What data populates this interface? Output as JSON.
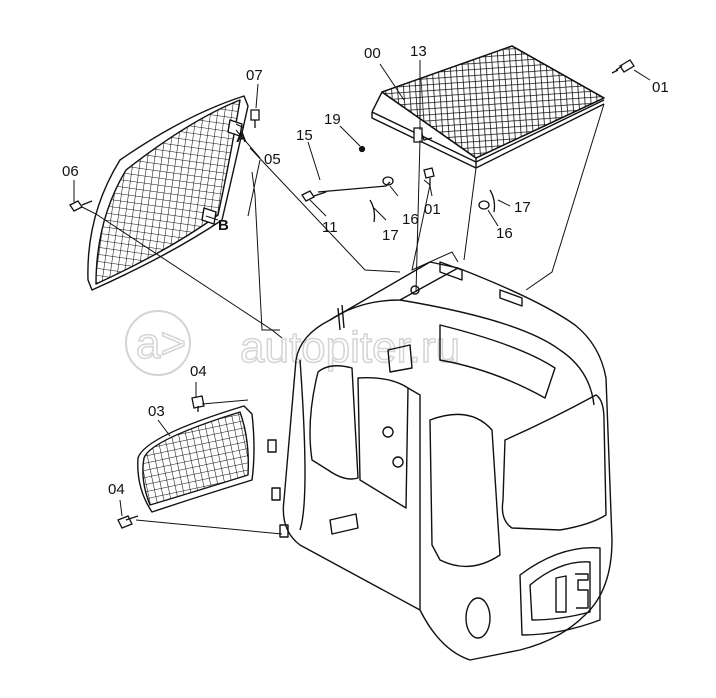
{
  "diagram": {
    "callouts": {
      "c00": "00",
      "c13": "13",
      "c01a": "01",
      "c19": "19",
      "c15": "15",
      "c07": "07",
      "c05": "05",
      "c06": "06",
      "c11": "11",
      "c16a": "16",
      "c01b": "01",
      "c17a": "17",
      "c17b": "17",
      "c16b": "16",
      "c04a": "04",
      "c03": "03",
      "c04b": "04"
    },
    "detail_letters": {
      "a": "A",
      "b": "B"
    },
    "watermark": "autopiter.ru",
    "colors": {
      "line": "#111111",
      "watermark": "#d4d4d4",
      "background": "#ffffff"
    }
  }
}
